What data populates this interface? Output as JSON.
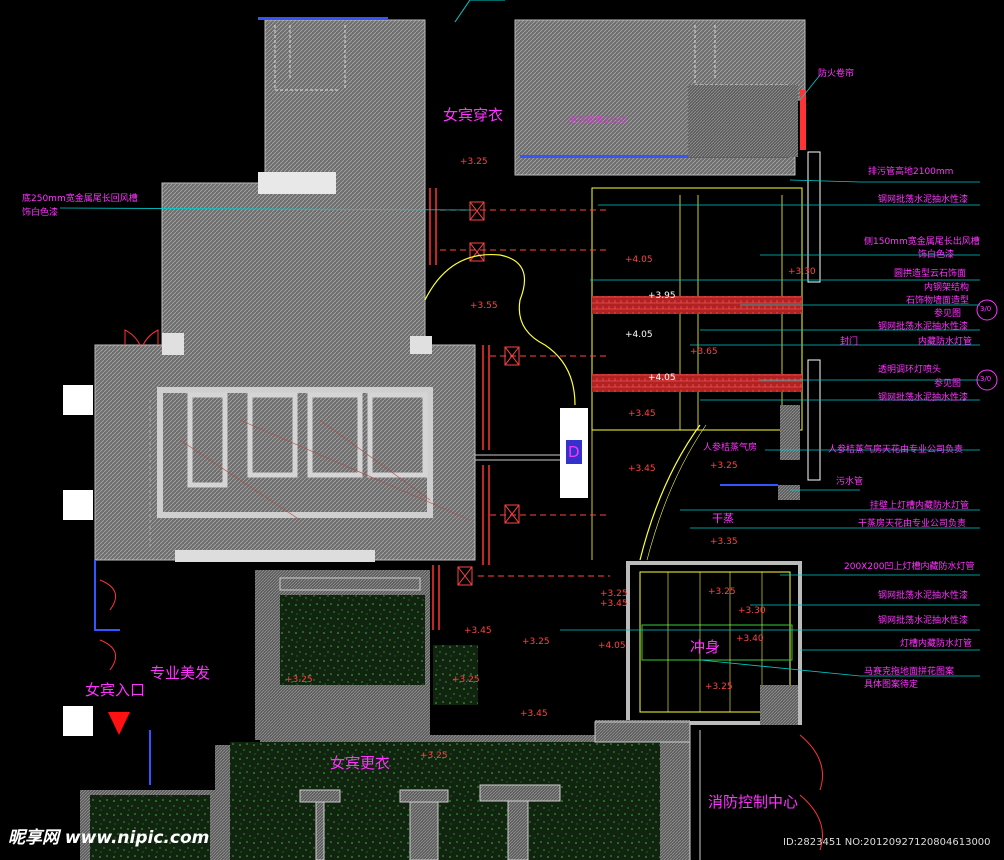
{
  "rooms": {
    "dressing": "女宾穿衣",
    "steam": "人参桔蒸气房",
    "dry": "干蒸",
    "shower": "冲身",
    "beauty": "专业美发",
    "entrance": "女宾入口",
    "changing": "女宾更衣",
    "fire_control": "消防控制中心",
    "door_d": "D"
  },
  "annotations": {
    "fire_shutter": "防火卷帘",
    "drain_height": "排污管高地2100mm",
    "return_air": "底250mm宽金属尾长回风槽",
    "return_air_paint": "饰白色漆",
    "steel_mesh_1": "钢网批荡水泥抽水性漆",
    "supply_air": "侧150mm宽金属尾长出风槽",
    "supply_air_paint": "饰白色漆",
    "wave_stone": "圆拱造型云石饰面",
    "inner_frame": "内钢架结构",
    "stone_wall": "石饰物墙面造型",
    "sauna_door_1": "参见图",
    "steel_mesh_2": "钢网批荡水泥抽水性漆",
    "inner_light": "内藏防水灯管",
    "seal_door": "封门",
    "transparent": "透明调环灯喷头",
    "sauna_door_2": "参见图",
    "steel_mesh_3": "钢网批荡水泥抽水性漆",
    "steam_ceiling": "人参桔蒸气房天花由专业公司负责",
    "sewage": "污水管",
    "trough_light_1": "挂壁上灯槽内藏防水灯管",
    "dry_ceiling": "干蒸房天花由专业公司负责",
    "trough_light_2": "200X200凹上灯槽内藏防水灯管",
    "steel_mesh_4": "钢网批荡水泥抽水性漆",
    "steel_mesh_5": "钢网批荡水泥抽水性漆",
    "trough_light_3": "灯槽内藏防水灯管",
    "mosaic": "马赛克拖地面拼花图案",
    "mosaic_2": "具体图案待定",
    "ceiling_note": "吊顶高度2300"
  },
  "levels": [
    "+3.25",
    "+3.55",
    "+4.05",
    "+4.05",
    "+3.95",
    "+4.05",
    "+3.65",
    "+3.45",
    "+3.45",
    "+3.25",
    "+3.35",
    "+3.25",
    "+3.45",
    "+3.25",
    "+4.05",
    "+3.25",
    "+3.30",
    "+3.25",
    "+3.40",
    "+3.25",
    "+3.45",
    "+3.25",
    "+3.30",
    "+3.45",
    "+3.25"
  ],
  "callouts": [
    "3/0",
    "3/0"
  ],
  "watermark": {
    "logo": "昵享网 www.nipic.com",
    "id": "ID:2823451 NO:20120927120804613000"
  },
  "colors": {
    "background": "#000000",
    "wall_hatch": "#8a8a8a",
    "annotation": "#ff33ff",
    "leader": "#00cccc",
    "elevation": "#ff3333",
    "door": "#ffff33",
    "mosaic_floor": "#1e4a1e"
  }
}
